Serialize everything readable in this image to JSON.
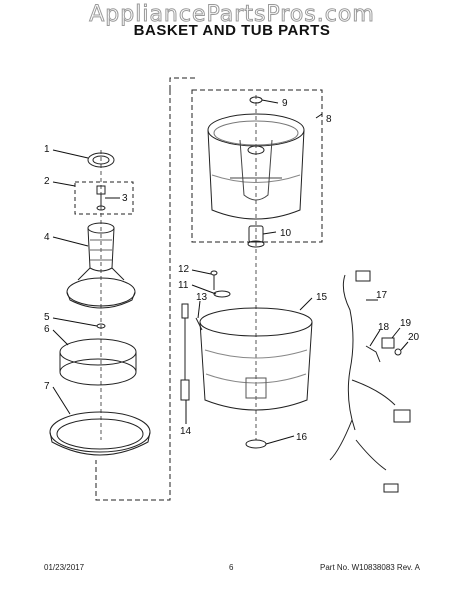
{
  "watermark": "AppliancePartsPros.com",
  "title": "BASKET AND TUB PARTS",
  "callouts": [
    "1",
    "2",
    "3",
    "4",
    "5",
    "6",
    "7",
    "8",
    "9",
    "10",
    "11",
    "12",
    "13",
    "14",
    "15",
    "16",
    "17",
    "18",
    "19",
    "20"
  ],
  "footer": {
    "date": "01/23/2017",
    "page": "6",
    "part_no": "Part No. W10838083  Rev. A"
  }
}
